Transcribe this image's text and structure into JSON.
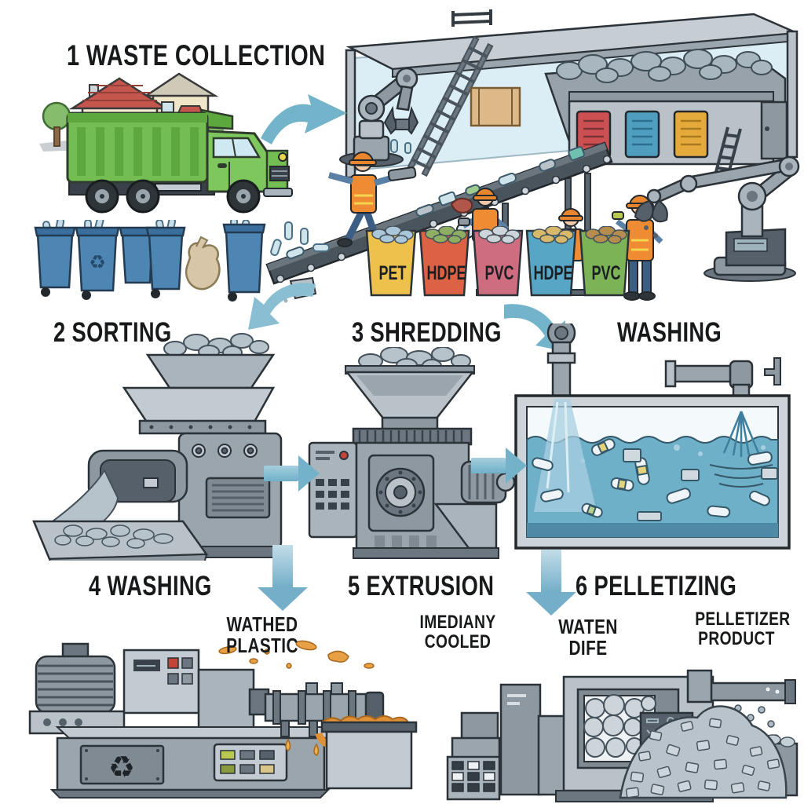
{
  "steps": {
    "collection": "1 WASTE COLLECTION",
    "sorting": "2 SORTING",
    "shredding": "3 SHREDDING",
    "washing_tank": "WASHING",
    "washing": "4 WASHING",
    "extrusion": "5 EXTRUSION",
    "pelletizing": "6 PELLETIZING"
  },
  "sorted_bins": [
    {
      "label": "PET",
      "color": "#eec14d",
      "chips": "#a9c7d8"
    },
    {
      "label": "HDPE",
      "color": "#dd6145",
      "chips": "#8fae62"
    },
    {
      "label": "PVC",
      "color": "#cf6d80",
      "chips": "#cdd5da"
    },
    {
      "label": "HDPE",
      "color": "#58a6c5",
      "chips": "#d8b96a"
    },
    {
      "label": "PVC",
      "color": "#7cb356",
      "chips": "#b58d4f"
    }
  ],
  "captions": {
    "washed_plastic": "WATHED PLASTIC",
    "cooled_line1": "IMEDIANY",
    "cooled_line2": "COOLED",
    "water_die": "WATEN DIFE",
    "pellet_line1": "PELLETIZER",
    "pellet_line2": "PRODUCT"
  },
  "palette": {
    "arrow_blue": "#74b4ca",
    "truck_green": "#74bd52",
    "water_blue": "#6fb0c9",
    "molten_orange": "#e09035",
    "machine_gray": "#9aa5ad",
    "bin_blue": "#4d86b3"
  }
}
